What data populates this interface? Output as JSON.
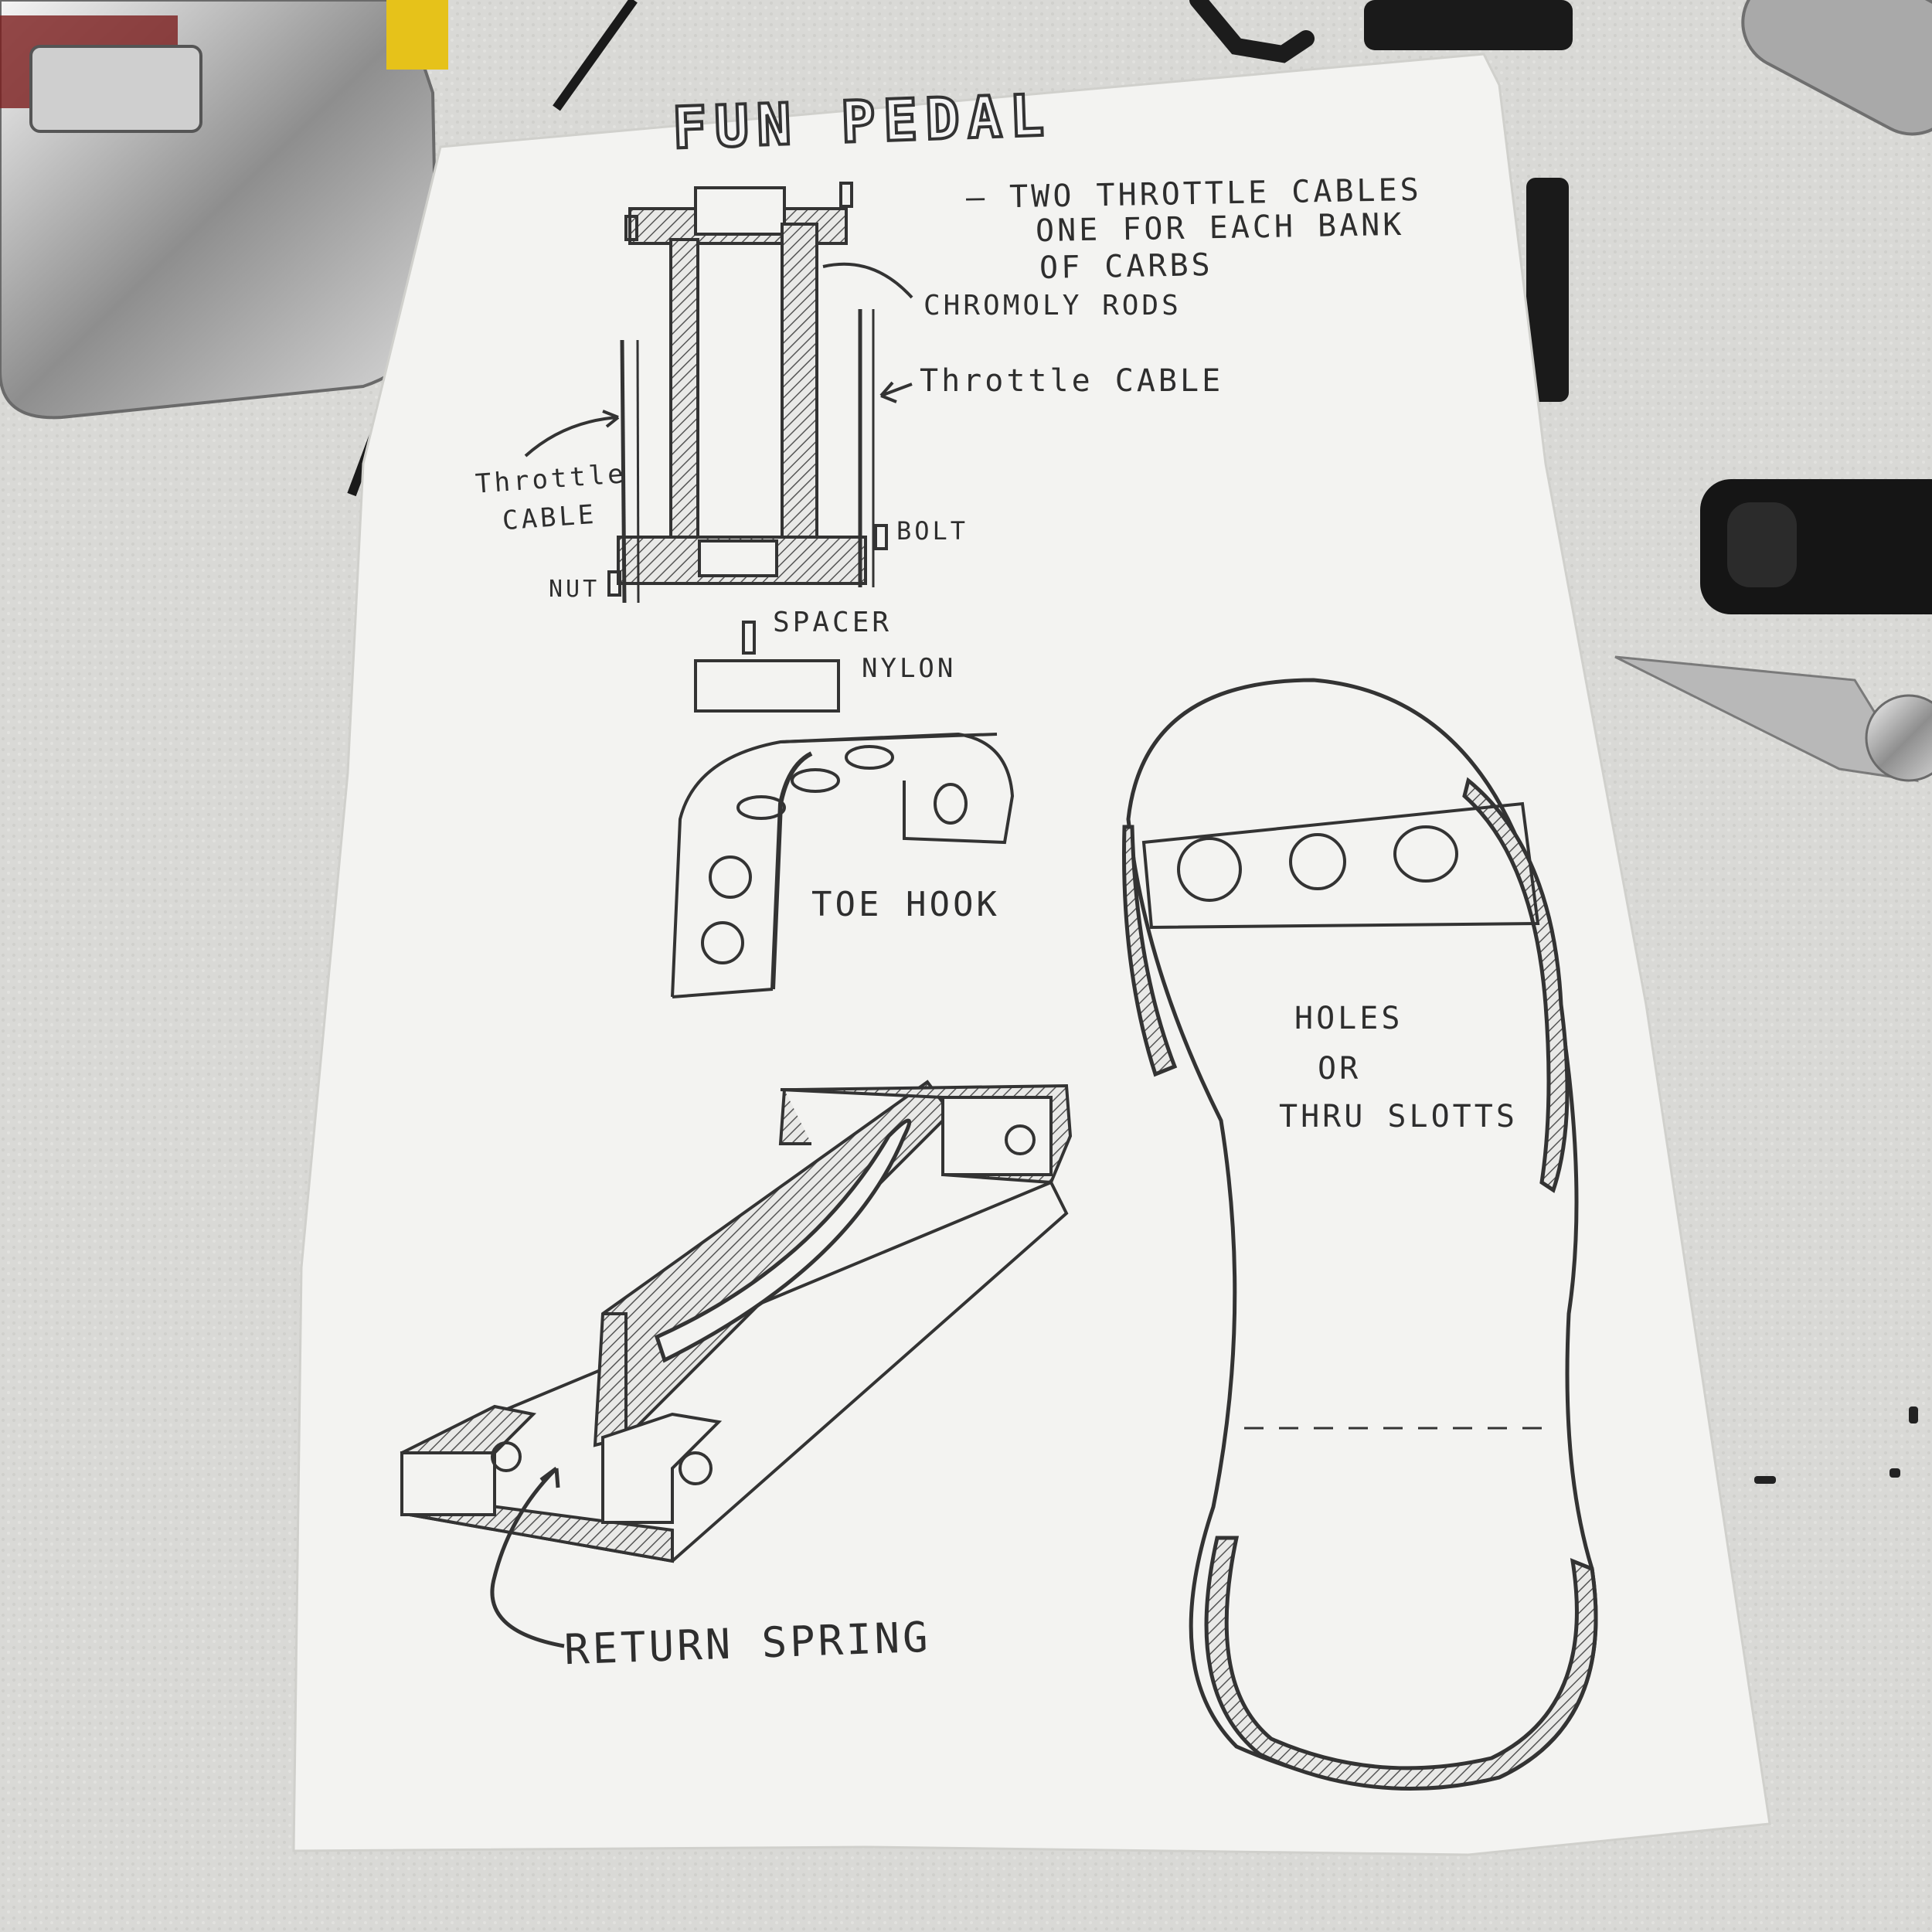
{
  "sketch": {
    "title": "FUN PEDAL",
    "notes": [
      "– TWO THROTTLE CABLES",
      "ONE FOR EACH BANK",
      "OF CARBS"
    ],
    "labels": {
      "chromoly_rods": "CHROMOLY RODS",
      "throttle_cable_right": "Throttle CABLE",
      "throttle_cable_left_1": "Throttle",
      "throttle_cable_left_2": "CABLE",
      "bolt": "BOLT",
      "nut": "NUT",
      "spacer": "SPACER",
      "nylon": "NYLON",
      "toe_hook": "TOE HOOK",
      "holes_1": "HOLES",
      "holes_2": "OR",
      "holes_3": "THRU SLOTTS",
      "return_spring": "RETURN SPRING"
    }
  },
  "colors": {
    "paper": "#f3f3f1",
    "pencil": "#333333",
    "towel": "#d9d9d6",
    "chrome": "#bfbfbf"
  },
  "icons": [
    "tape-measure-icon",
    "screw-icon",
    "marker-icon",
    "hobby-knife-icon"
  ]
}
